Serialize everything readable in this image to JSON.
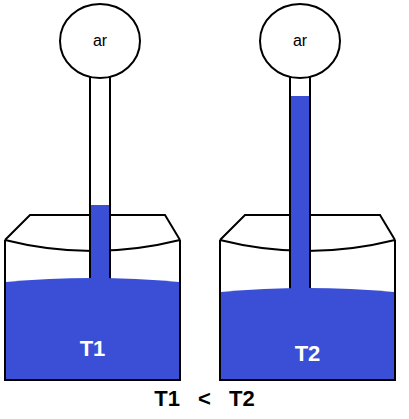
{
  "diagram": {
    "nodes": [
      {
        "text": [
          "ar"
        ]
      },
      {
        "text": [
          "T1"
        ]
      },
      {
        "text": [
          "ar"
        ]
      },
      {
        "text": [
          "T2"
        ]
      }
    ],
    "labels": [
      "T1 < T2"
    ]
  }
}
